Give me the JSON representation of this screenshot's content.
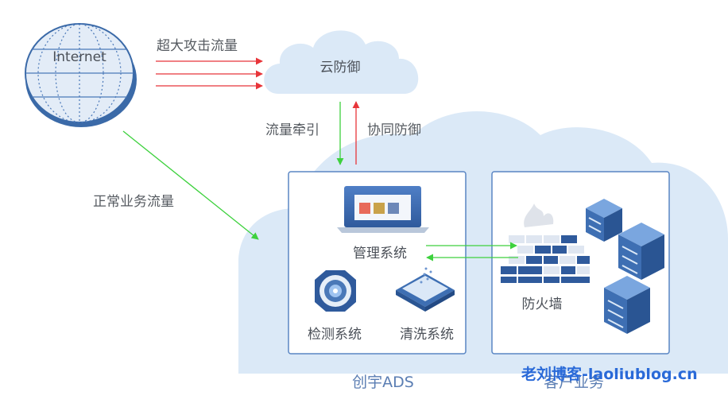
{
  "labels": {
    "internet": "Internet",
    "cloud_defense": "云防御",
    "attack_traffic": "超大攻击流量",
    "traffic_diversion": "流量牵引",
    "cooperative_defense": "协同防御",
    "normal_traffic": "正常业务流量",
    "management_system": "管理系统",
    "detection_system": "检测系统",
    "cleaning_system": "清洗系统",
    "firewall": "防火墙",
    "ads": "创宇ADS",
    "customer_business": "客户业务",
    "watermark": "老刘博客-laoliublog.cn"
  },
  "colors": {
    "attack_arrow": "#e8353a",
    "normal_arrow": "#3dd13d",
    "cloud_fill": "#dbe9f7",
    "box_border": "#5a86c4",
    "globe_fill": "#dde8f5",
    "globe_edge": "#3b6aa8",
    "server_blue": "#3e6fb3"
  }
}
